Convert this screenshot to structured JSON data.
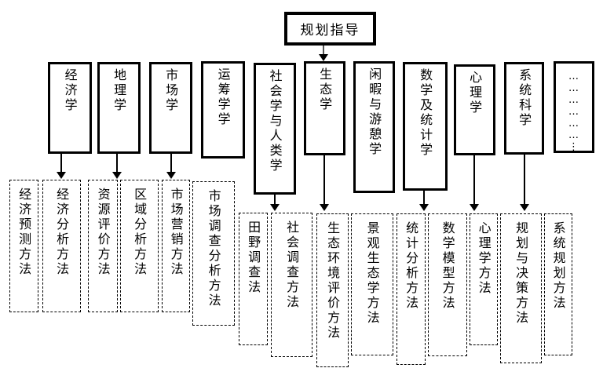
{
  "title_box": {
    "label": "规划指导"
  },
  "disciplines": [
    {
      "label": "经济学"
    },
    {
      "label": "地理学"
    },
    {
      "label": "市场学"
    },
    {
      "label": "运筹学学"
    },
    {
      "label": "社会学与人类学"
    },
    {
      "label": "生态学"
    },
    {
      "label": "闲暇与游憩学"
    },
    {
      "label": "数学及统计学"
    },
    {
      "label": "心理学"
    },
    {
      "label": "系统科学"
    },
    {
      "label": "…\n…\n…\n…\n…\n…\n⋮"
    }
  ],
  "methods": [
    {
      "label": "经济预测方法"
    },
    {
      "label": "经济分析方法"
    },
    {
      "label": "资源评价方法"
    },
    {
      "label": "区域分析方法"
    },
    {
      "label": "市场营销方法"
    },
    {
      "label": "市场调查分析方法"
    },
    {
      "label": "田野调查法"
    },
    {
      "label": "社会调查方法"
    },
    {
      "label": "生态环境评价方法"
    },
    {
      "label": "景观生态学方法"
    },
    {
      "label": "统计分析方法"
    },
    {
      "label": "数学模型方法"
    },
    {
      "label": "心理学方法"
    },
    {
      "label": "规划与决策方法"
    },
    {
      "label": "系统规划方法"
    }
  ],
  "colors": {
    "line": "#000000",
    "background": "#ffffff"
  }
}
